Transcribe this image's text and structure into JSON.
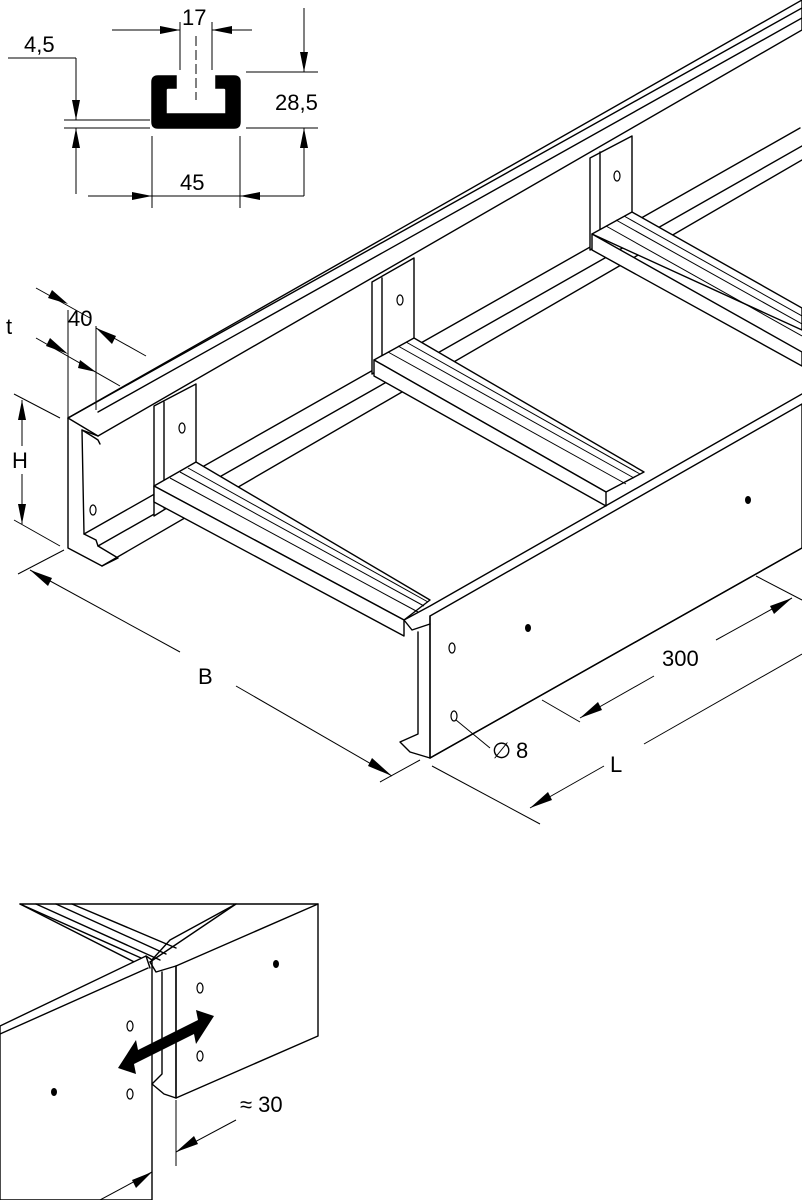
{
  "profile": {
    "dim_slot": "17",
    "dim_wall": "4,5",
    "dim_height": "28,5",
    "dim_width": "45"
  },
  "ladder": {
    "dim_t": "t",
    "dim_side": "40",
    "dim_H": "H",
    "dim_B": "B",
    "dim_rung_spacing": "300",
    "dim_hole": "8",
    "dim_L": "L",
    "diameter_symbol": "∅"
  },
  "joint": {
    "dim_gap": "≈ 30"
  }
}
